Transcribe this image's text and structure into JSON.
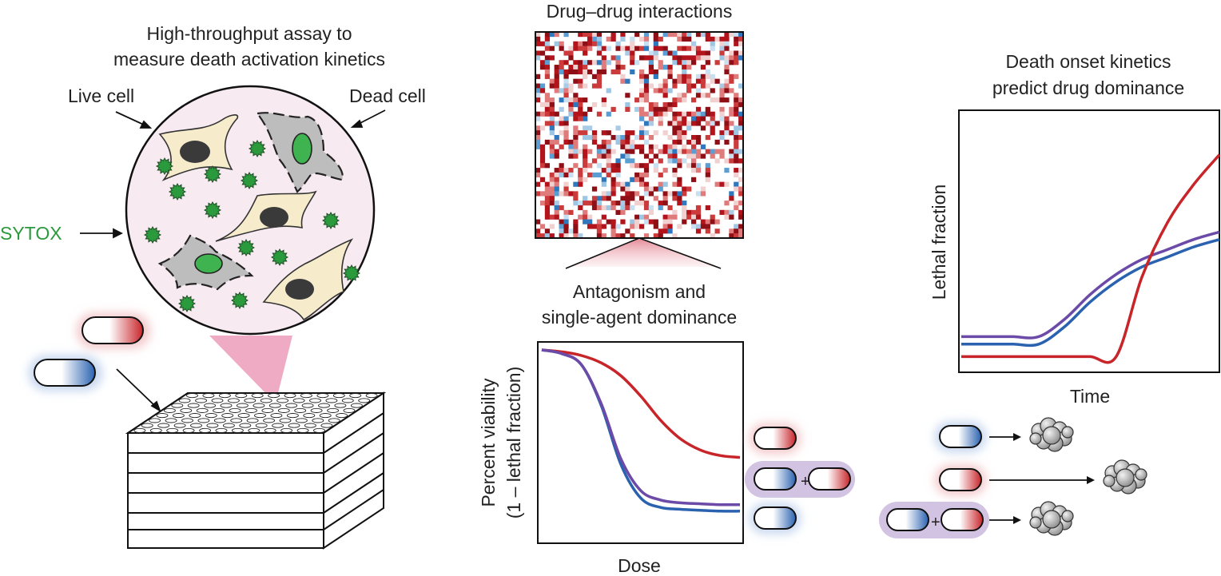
{
  "left_panel": {
    "title_line1": "High-throughput assay to",
    "title_line2": "measure death activation kinetics",
    "live_cell_label": "Live cell",
    "dead_cell_label": "Dead cell",
    "sytox_label": "SYTOX",
    "sytox_color": "#2a9a3c"
  },
  "middle_panel": {
    "heatmap_title": "Drug–drug interactions",
    "heatmap_grid_size": 44,
    "chart_title_line1": "Antagonism and",
    "chart_title_line2": "single-agent dominance",
    "ylabel_line1": "Percent viability",
    "ylabel_line2": "(1 – lethal fraction)",
    "xlabel": "Dose",
    "plus_symbol": "+"
  },
  "right_panel": {
    "title_line1": "Death onset kinetics",
    "title_line2": "predict drug dominance",
    "ylabel": "Lethal fraction",
    "xlabel": "Time",
    "plus_symbol": "+"
  },
  "colors": {
    "red_drug": "#c8252a",
    "blue_drug": "#2a62b0",
    "combo_purple": "#6b4aa8",
    "combo_glow": "#c9b6dc",
    "heat_red": "#b3141c",
    "heat_blue": "#3a86c8",
    "cone_pink": "#e98fb0"
  },
  "chart_data": [
    {
      "type": "line",
      "title": "Antagonism and single-agent dominance",
      "xlabel": "Dose",
      "ylabel": "Percent viability (1 – lethal fraction)",
      "x": [
        0,
        0.1,
        0.2,
        0.3,
        0.4,
        0.5,
        0.6,
        0.7,
        0.8,
        0.9,
        1.0
      ],
      "series": [
        {
          "drug": "red",
          "color": "#c8252a",
          "values": [
            1.0,
            0.99,
            0.97,
            0.93,
            0.86,
            0.75,
            0.62,
            0.52,
            0.46,
            0.43,
            0.42
          ]
        },
        {
          "drug": "blue",
          "color": "#2a62b0",
          "values": [
            1.0,
            0.98,
            0.92,
            0.7,
            0.38,
            0.2,
            0.15,
            0.14,
            0.135,
            0.13,
            0.13
          ]
        },
        {
          "drug": "red + blue",
          "color": "#6b4aa8",
          "values": [
            1.0,
            0.98,
            0.92,
            0.71,
            0.41,
            0.24,
            0.19,
            0.175,
            0.17,
            0.165,
            0.165
          ]
        }
      ],
      "ylim": [
        0,
        1
      ]
    },
    {
      "type": "line",
      "title": "Death onset kinetics predict drug dominance",
      "xlabel": "Time",
      "ylabel": "Lethal fraction",
      "x": [
        0,
        0.1,
        0.2,
        0.3,
        0.4,
        0.5,
        0.6,
        0.7,
        0.8,
        0.9,
        1.0
      ],
      "series": [
        {
          "drug": "blue",
          "color": "#2a62b0",
          "values": [
            0.1,
            0.1,
            0.1,
            0.1,
            0.17,
            0.27,
            0.35,
            0.41,
            0.45,
            0.49,
            0.52
          ]
        },
        {
          "drug": "red + blue",
          "color": "#6b4aa8",
          "values": [
            0.13,
            0.13,
            0.13,
            0.13,
            0.2,
            0.3,
            0.38,
            0.44,
            0.48,
            0.52,
            0.55
          ]
        },
        {
          "drug": "red",
          "color": "#c8252a",
          "values": [
            0.05,
            0.05,
            0.05,
            0.05,
            0.05,
            0.05,
            0.05,
            0.37,
            0.59,
            0.74,
            0.86
          ]
        }
      ],
      "ylim": [
        0,
        1
      ]
    }
  ]
}
